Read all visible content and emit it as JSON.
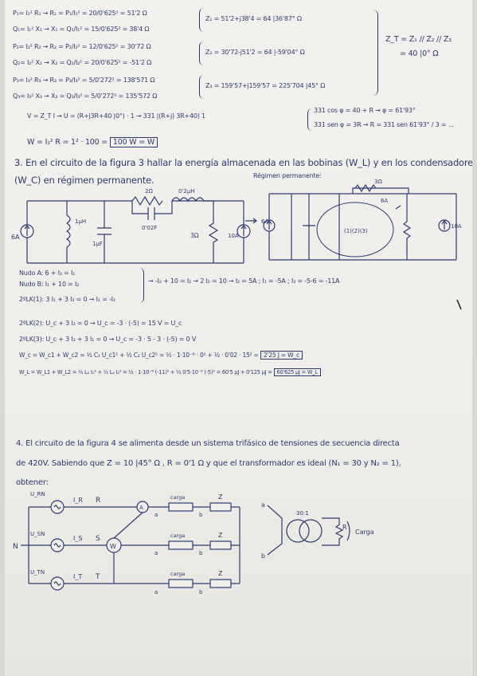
{
  "section_2": {
    "lines": [
      "P₁= I₁² R₁ → R₁ = P₁/I₁² = 20/0'625² = 51'2 Ω",
      "Q₁= I₁² X₁ → X₁ = Q₁/I₁² = 15/0'625² = 38'4 Ω",
      "P₂= I₂² R₂ → R₂ = P₂/I₂² = 12/0'625² = 30'72 Ω",
      "Q₂= I₂² X₂ → X₂ = Q₂/I₂² = 20/0'625² = -51'2 Ω",
      "P₃= I₃² R₃ → R₃ = P₃/I₃² = 5/0'272² = 138'571 Ω",
      "Q₃= I₃² X₃ → X₃ = Q₃/I₃² = 5/0'272² = 135'572 Ω"
    ],
    "z_results": [
      "Z₁ = 51'2+j38'4 = 64 |36'87° Ω",
      "Z₂ = 30'72-j51'2 = 64 |-59'04° Ω",
      "Z₃ = 159'57+j159'57 = 225'704 |45° Ω"
    ],
    "z_total": "Z_T = Z₁ // Z₂ // Z₃",
    "z_total_value": "= 40 |0° Ω",
    "v_line": "V = Z_T I → U = (R+j3R+40 |0°) · 1 → 331 |(R+j) 3R+40) 1",
    "sys_1": "331 cos φ = 40 + R → φ = 61'93°",
    "sys_2": "331 sen φ = 3R → R = 331 sen 61'93° / 3 = ...",
    "w_pre": "W = I₁² R = 1² · 100 =",
    "w_boxed": "100 W = W"
  },
  "section_3": {
    "statement_1": "3. En el circuito de la figura 3 hallar la energía almacenada en las bobinas (W_L) y en los condensadores",
    "statement_2": "(W_C) en régimen permanente.",
    "regimen_label": "Régimen permanente:",
    "fig": {
      "source_left": "6A",
      "source_right": "10A",
      "inductor_left": "1μH",
      "capacitor_left": "1μF",
      "resistor_top": "2Ω",
      "inductor_top": "0'2μH",
      "capacitor_top": "0'02F",
      "resistor_right": "3Ω"
    },
    "fig2": {
      "source_left": "6A",
      "source_right": "10A",
      "resistor_top": "3Ω",
      "loop_label": "(1)(2)(3)",
      "current_label": "6A"
    },
    "equations": [
      "Nudo A: 6 + I₃ = I₁",
      "Nudo B: I₁ + 10 = I₂",
      "2ºLK(1): 3 I₁ + 3 I₂ = 0 → I₁ = -I₂",
      "2ºLK(2): U_c + 3 I₂ = 0 → U_c = -3 · (-5) = 15 V = U_c",
      "2ºLK(3): U_c + 3 I₂ + 3 I₁ = 0 → U_c = -3 · 5 - 3 · (-5) = 0 V"
    ],
    "sub_system": "→ -I₂ + 10 = I₂ → 2 I₂ = 10 → I₂ = 5A ; I₁ = -5A ; I₃ = -5-6 = -11A",
    "wc_line": "W_c = W_c1 + W_c2 = ½ C₁ U_c1² + ½ C₂ U_c2² = ½ · 1·10⁻⁶ · 0² + ½ · 0'02 · 15² =",
    "wc_result": "2'25 J = W_c",
    "wl_line": "W_L = W_L1 + W_L2 = ½ L₁ I₁² + ½ L₂ I₂² = ½ · 1·10⁻⁶ (-11)² + ½ 0'5·10⁻⁶ (-5)² = 60'5 μJ + 0'125 μJ =",
    "wl_result": "60'625 μJ = W_L"
  },
  "section_4": {
    "statement_1": "4. El circuito de la figura 4 se alimenta desde un sistema trifásico de tensiones de secuencia directa",
    "statement_2": "de 420V. Sabiendo que Z = 10 |45° Ω , R = 0'1 Ω y que el transformador es ideal (N₁ = 30 y N₂ = 1),",
    "statement_3": "obtener:",
    "fig": {
      "phases": [
        "R",
        "S",
        "T"
      ],
      "sources": [
        "U_RN",
        "U_SN",
        "U_TN"
      ],
      "currents": [
        "I_R",
        "I_S",
        "I_T"
      ],
      "meters": [
        "A",
        "W"
      ],
      "load_label": "carga",
      "impedance": "Z",
      "node_a": "a",
      "node_b": "b",
      "neutral": "N",
      "transformer_ratio": "30:1",
      "transformer_r": "R",
      "transformer_load": "Carga"
    }
  }
}
